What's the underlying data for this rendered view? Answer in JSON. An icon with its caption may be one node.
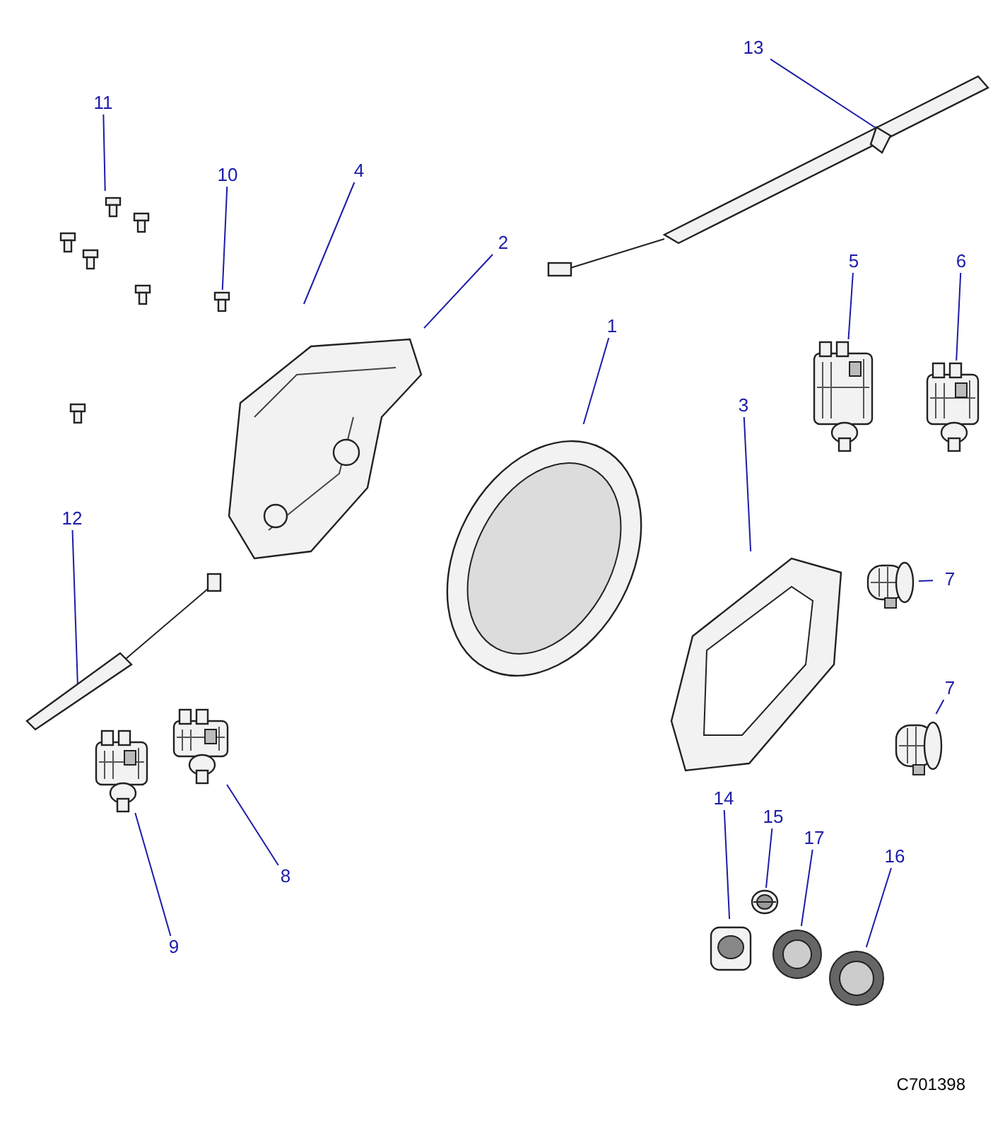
{
  "diagram": {
    "nodes": [
      {
        "text": [
          "11"
        ]
      },
      {
        "text": [],
        "shape": "picture"
      },
      {
        "text": [
          "10"
        ]
      },
      {
        "text": [],
        "shape": "picture"
      },
      {
        "text": [
          "4"
        ]
      },
      {
        "text": [
          "13"
        ]
      },
      {
        "text": [],
        "shape": "picture"
      },
      {
        "text": [
          "2"
        ]
      },
      {
        "text": [],
        "shape": "picture"
      },
      {
        "text": [
          "1"
        ]
      },
      {
        "text": [],
        "shape": "picture"
      },
      {
        "text": [
          "5"
        ]
      },
      {
        "text": [],
        "shape": "picture"
      },
      {
        "text": [
          "6"
        ]
      },
      {
        "text": [],
        "shape": "picture"
      },
      {
        "text": [
          "3"
        ]
      },
      {
        "text": [],
        "shape": "picture"
      },
      {
        "text": [
          "12"
        ]
      },
      {
        "text": [],
        "shape": "picture"
      },
      {
        "text": [
          "7"
        ]
      },
      {
        "text": [],
        "shape": "picture"
      },
      {
        "text": [
          "7"
        ]
      },
      {
        "text": [],
        "shape": "picture"
      },
      {
        "text": [
          "8"
        ]
      },
      {
        "text": [],
        "shape": "picture"
      },
      {
        "text": [
          "9"
        ]
      },
      {
        "text": [],
        "shape": "picture"
      },
      {
        "text": [
          "14"
        ]
      },
      {
        "text": [],
        "shape": "picture"
      },
      {
        "text": [
          "15"
        ]
      },
      {
        "text": [],
        "shape": "picture"
      },
      {
        "text": [
          "17"
        ]
      },
      {
        "text": [],
        "shape": "picture"
      },
      {
        "text": [
          "16"
        ]
      },
      {
        "text": [],
        "shape": "picture"
      }
    ],
    "edges": [
      {
        "from": 0,
        "to": 1,
        "arrow": "none"
      },
      {
        "from": 2,
        "to": 3,
        "arrow": "none"
      },
      {
        "from": 4,
        "to": null,
        "arrow": "none"
      },
      {
        "from": 5,
        "to": 6,
        "arrow": "none"
      },
      {
        "from": 7,
        "to": 8,
        "arrow": "none"
      },
      {
        "from": 9,
        "to": 10,
        "arrow": "none"
      },
      {
        "from": 11,
        "to": 12,
        "arrow": "none"
      },
      {
        "from": 13,
        "to": 14,
        "arrow": "none"
      },
      {
        "from": 15,
        "to": 16,
        "arrow": "none"
      },
      {
        "from": 17,
        "to": 18,
        "arrow": "none"
      },
      {
        "from": 19,
        "to": 20,
        "arrow": "none"
      },
      {
        "from": 21,
        "to": 22,
        "arrow": "none"
      },
      {
        "from": 23,
        "to": 24,
        "arrow": "none"
      },
      {
        "from": 25,
        "to": 26,
        "arrow": "none"
      },
      {
        "from": 27,
        "to": 28,
        "arrow": "none"
      },
      {
        "from": 29,
        "to": 30,
        "arrow": "none"
      },
      {
        "from": 31,
        "to": 32,
        "arrow": "none"
      },
      {
        "from": 33,
        "to": 34,
        "arrow": "none"
      }
    ],
    "labels": [
      "C701398"
    ]
  }
}
